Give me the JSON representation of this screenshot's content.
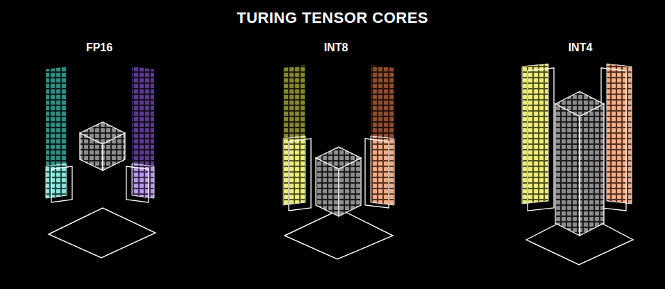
{
  "diagram": {
    "title": "TURING TENSOR CORES",
    "labels": [
      "FP16",
      "INT8",
      "INT4"
    ]
  }
}
